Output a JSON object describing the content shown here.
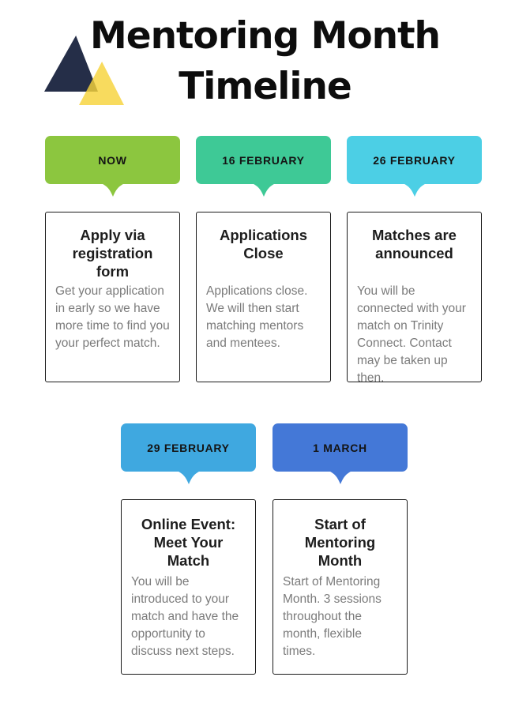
{
  "page": {
    "background_color": "#ffffff"
  },
  "header": {
    "title_line1": "Mentoring Month",
    "title_line2": "Timeline",
    "title_color": "#0d0d0d",
    "logo_colors": {
      "dark_triangle": "#252E48",
      "yellow_triangle": "#F7D33B"
    }
  },
  "timeline": {
    "text_colors": {
      "date_label": "#141414",
      "card_title": "#1d1d1d",
      "card_body": "#7b7b7b",
      "card_border": "#1a1a1a"
    },
    "items": [
      {
        "date_label": "NOW",
        "bubble_color": "#8CC63F",
        "title": "Apply via registration form",
        "description": "Get your application in early so we have more time to find you your perfect match."
      },
      {
        "date_label": "16 FEBRUARY",
        "bubble_color": "#3EC996",
        "title": "Applications Close",
        "description": "Applications close. We will then start matching mentors and mentees."
      },
      {
        "date_label": "26 FEBRUARY",
        "bubble_color": "#4CCFE5",
        "title": "Matches are announced",
        "description": "You will be connected with your match on Trinity Connect. Contact may be taken up then."
      },
      {
        "date_label": "29 FEBRUARY",
        "bubble_color": "#3FA8E0",
        "title": "Online Event: Meet Your Match",
        "description": "You will be introduced to your match and have the opportunity to discuss next steps."
      },
      {
        "date_label": "1 MARCH",
        "bubble_color": "#4478D7",
        "title": "Start of Mentoring Month",
        "description": "Start of Mentoring Month. 3 sessions throughout the month, flexible times."
      }
    ]
  }
}
